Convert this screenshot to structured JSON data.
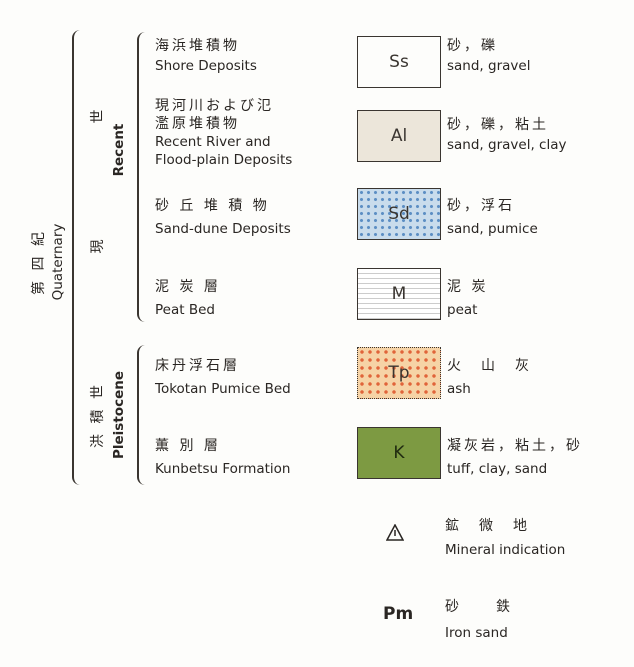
{
  "period": {
    "jp": "第 四 紀",
    "en": "Quaternary"
  },
  "epochs": [
    {
      "jp1": "現",
      "jp2": "世",
      "en": "Recent"
    },
    {
      "jp": "洪 積 世",
      "en": "Pleistocene"
    }
  ],
  "units": [
    {
      "jp": "海浜堆積物",
      "en": "Shore Deposits",
      "symbol": "Ss",
      "desc_jp": "砂，礫",
      "desc_en": "sand, gravel",
      "color": "#ffffff"
    },
    {
      "jp": "現河川および氾",
      "jp2": "濫原堆積物",
      "en": "Recent River and",
      "en2": "Flood-plain Deposits",
      "symbol": "Al",
      "desc_jp": "砂，礫，粘土",
      "desc_en": "sand, gravel, clay",
      "color": "#ece6da"
    },
    {
      "jp": "砂 丘 堆 積 物",
      "en": "Sand-dune Deposits",
      "symbol": "Sd",
      "desc_jp": "砂，浮石",
      "desc_en": "sand, pumice",
      "color": "#c9dcec"
    },
    {
      "jp": "泥 炭 層",
      "en": "Peat Bed",
      "symbol": "M",
      "desc_jp": "泥 炭",
      "desc_en": "peat",
      "color": "#ffffff"
    },
    {
      "jp": "床丹浮石層",
      "en": "Tokotan Pumice Bed",
      "symbol": "Tp",
      "desc_jp": "火　山　灰",
      "desc_en": "ash",
      "color": "#f6d3a6"
    },
    {
      "jp": "薫 別 層",
      "en": "Kunbetsu Formation",
      "symbol": "K",
      "desc_jp": "凝灰岩，粘土，砂",
      "desc_en": "tuff, clay, sand",
      "color": "#7d9a42"
    }
  ],
  "mineral": {
    "jp": "鉱　微　地",
    "en": "Mineral indication"
  },
  "iron": {
    "symbol": "Pm",
    "jp": "砂　　鉄",
    "en": "Iron sand"
  }
}
